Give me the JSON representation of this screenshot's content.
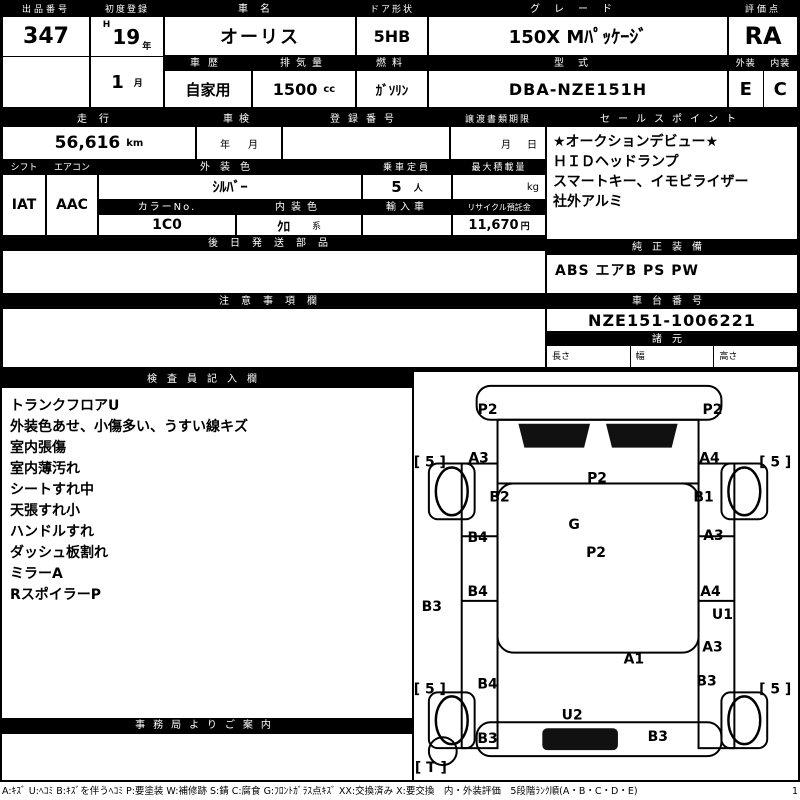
{
  "colors": {
    "ink": "#000000",
    "paper": "#ffffff"
  },
  "top": {
    "lot": {
      "label": "出品番号",
      "value": "347"
    },
    "first_reg": {
      "label": "初度登録",
      "era": "H",
      "year": "19",
      "year_unit": "年",
      "month": "1",
      "month_unit": "月"
    },
    "car_name": {
      "label": "車名",
      "value": "オーリス"
    },
    "door": {
      "label": "ドア形状",
      "value": "5HB"
    },
    "grade": {
      "label": "グレード",
      "value": "150X Mﾊﾟｯｹｰｼﾞ"
    },
    "score": {
      "label": "評価点",
      "value": "RA"
    },
    "history": {
      "label": "車歴",
      "value": "自家用"
    },
    "displacement": {
      "label": "排気量",
      "value": "1500",
      "unit": "cc"
    },
    "fuel": {
      "label": "燃料",
      "value": "ｶﾞｿﾘﾝ"
    },
    "model_code": {
      "label": "型式",
      "value": "DBA-NZE151H"
    },
    "exterior": {
      "label": "外装",
      "value": "E"
    },
    "interior": {
      "label": "内装",
      "value": "C"
    }
  },
  "mid": {
    "mileage": {
      "label": "走行",
      "value": "56,616",
      "unit": "km"
    },
    "inspection": {
      "label": "車検",
      "year_unit": "年",
      "month_unit": "月"
    },
    "registration": {
      "label": "登録番号",
      "value": ""
    },
    "transfer": {
      "label": "譲渡書類期限",
      "month_unit": "月",
      "day_unit": "日"
    },
    "sales_points": {
      "label": "セールスポイント",
      "lines": [
        "★オークションデビュー★",
        "ＨＩＤヘッドランプ",
        "スマートキー、イモビライザー",
        "社外アルミ"
      ]
    },
    "shift": {
      "label": "シフト",
      "value": "IAT"
    },
    "aircon": {
      "label": "エアコン",
      "value": "AAC"
    },
    "exterior_color": {
      "label": "外装色",
      "value": "ｼﾙﾊﾞｰ"
    },
    "capacity": {
      "label": "乗車定員",
      "value": "5",
      "unit": "人"
    },
    "max_load": {
      "label": "最大積載量",
      "value": "",
      "unit": "kg"
    },
    "color_no": {
      "label": "カラーNo.",
      "value": "1C0"
    },
    "interior_color": {
      "label": "内装色",
      "value": "ｸﾛ",
      "unit": "系"
    },
    "import_car": {
      "label": "輸入車",
      "value": ""
    },
    "recycle": {
      "label": "リサイクル預託金",
      "value": "11,670",
      "unit": "円"
    },
    "later_parts": {
      "label": "後日発送部品"
    },
    "equipment": {
      "label": "純正装備",
      "value": "ABS エアB PS PW"
    },
    "caution": {
      "label": "注意事項欄"
    },
    "chassis": {
      "label": "車台番号",
      "value": "NZE151-1006221"
    },
    "specs": {
      "label": "諸元",
      "length": "長さ",
      "width": "幅",
      "height": "高さ"
    }
  },
  "inspector": {
    "label": "検査員記入欄",
    "lines": [
      "トランクフロアU",
      "外装色あせ、小傷多い、うすい線キズ",
      "室内張傷",
      "室内薄汚れ",
      "シートすれ中",
      "天張すれ小",
      "ハンドルすれ",
      "ダッシュ板割れ",
      "ミラーA",
      "RスポイラーP"
    ]
  },
  "office": {
    "label": "事務局よりご案内"
  },
  "diagram": {
    "markers": [
      "P2",
      "P2",
      "[ 5 ]",
      "A3",
      "A4",
      "[ 5 ]",
      "P2",
      "B2",
      "B1",
      "B4",
      "G",
      "A3",
      "P2",
      "B4",
      "A4",
      "B3",
      "U1",
      "A3",
      "A1",
      "B4",
      "B3",
      "[ 5 ]",
      "[ 5 ]",
      "U2",
      "B3",
      "B3",
      "[ T ]"
    ]
  },
  "legend": {
    "text": "A:ｷｽﾞ U:ﾍｺﾐ B:ｷｽﾞを伴うﾍｺﾐ P:要塗装 W:補修跡 S:錆 C:腐食 G:ﾌﾛﾝﾄｶﾞﾗｽ点ｷｽﾞ XX:交換済み X:要交換　内・外装評価　5段階ﾗﾝｸ順(A・B・C・D・E)",
    "page": "1"
  }
}
